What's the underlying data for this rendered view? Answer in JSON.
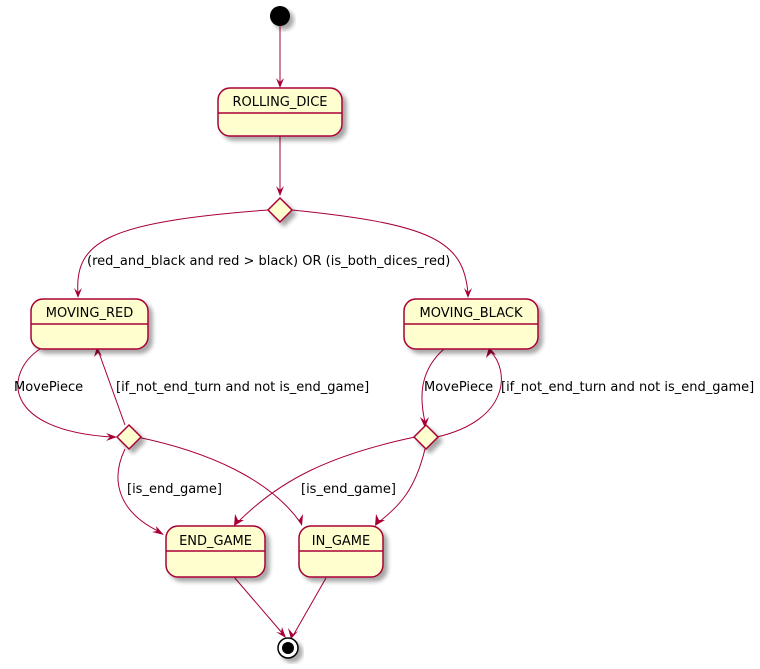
{
  "diagram": {
    "states": {
      "rolling_dice": "ROLLING_DICE",
      "moving_red": "MOVING_RED",
      "moving_black": "MOVING_BLACK",
      "end_game": "END_GAME",
      "in_game": "IN_GAME"
    },
    "transitions": {
      "roll_condition": "(red_and_black and red > black) OR (is_both_dices_red)",
      "red_move": "MovePiece",
      "red_loop": "[if_not_end_turn and not is_end_game]",
      "red_end": "[is_end_game]",
      "black_move": "MovePiece",
      "black_loop": "[if_not_end_turn and not is_end_game]",
      "black_end": "[is_end_game]"
    },
    "colors": {
      "state_fill": "#FEFECE",
      "border": "#A80036",
      "text": "#000000"
    }
  }
}
